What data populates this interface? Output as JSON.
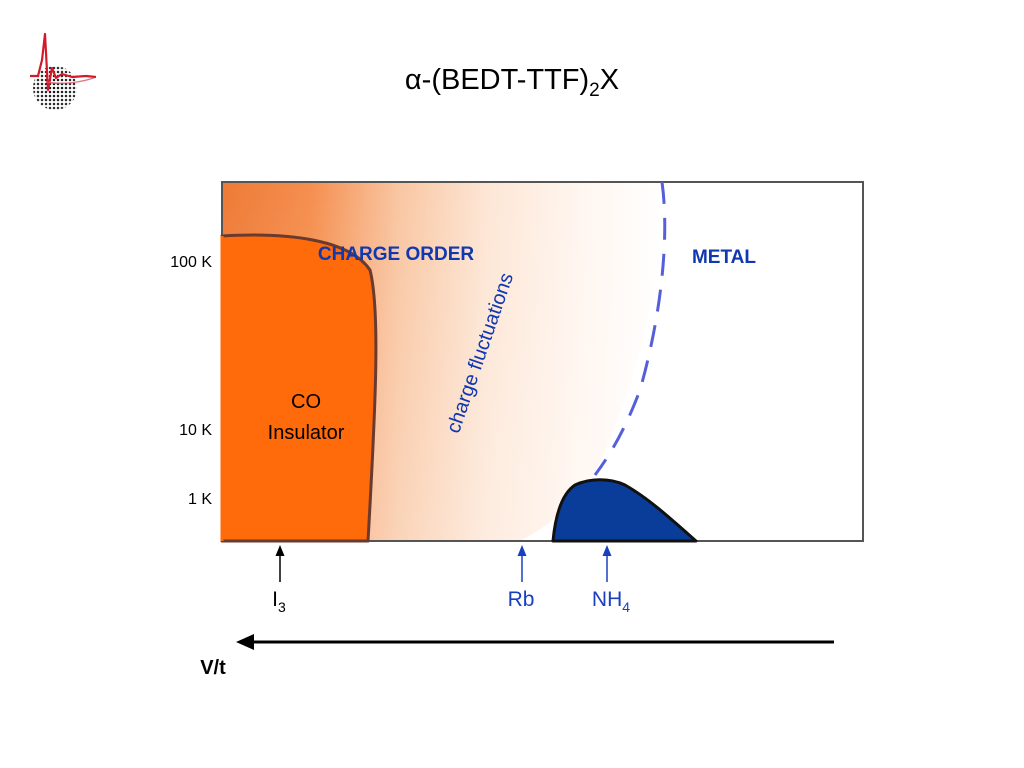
{
  "title": {
    "prefix": "α-(BEDT-TTF)",
    "subscript": "2",
    "suffix": "X"
  },
  "regions": {
    "charge_order": "CHARGE ORDER",
    "metal": "METAL",
    "co_line1": "CO",
    "co_line2": "Insulator",
    "charge_fluctuations": "charge fluctuations"
  },
  "temperature_labels": [
    "100 K",
    "10 K",
    "1 K"
  ],
  "compounds": {
    "i3": {
      "base": "I",
      "sub": "3"
    },
    "rb": {
      "base": "Rb"
    },
    "nh4": {
      "base": "NH",
      "sub": "4"
    }
  },
  "axis": {
    "x_label": "V/t"
  },
  "colors": {
    "co_insulator": "#ff6a0a",
    "charge_order_gradient": "#f7a570",
    "superconductor_blue": "#0a3d9a",
    "metal_line": "#5560d8",
    "label_blue": "#1038b0",
    "compound_blue": "#1a40c0"
  },
  "icons": {
    "logo": "red-waveform-with-dotted-sphere-logo"
  }
}
